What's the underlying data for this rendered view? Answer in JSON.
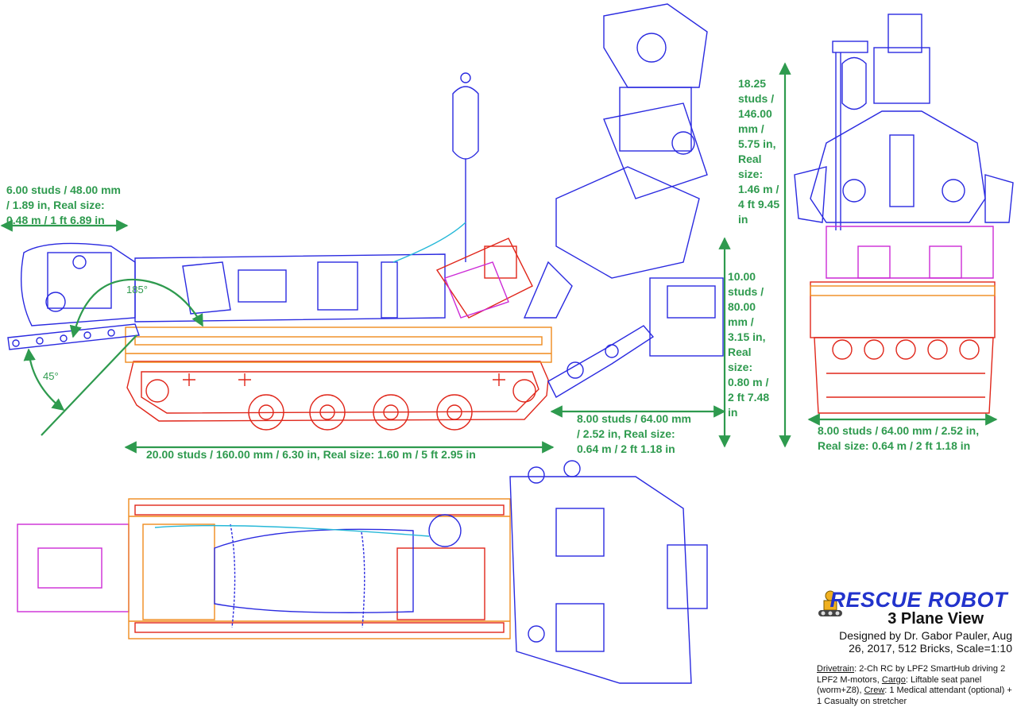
{
  "colors": {
    "dimension": "#2e9a4e",
    "brand": "#2233cc",
    "outline_blue": "#2a2ae0",
    "outline_red": "#e0261a",
    "outline_orange": "#f08a1c",
    "outline_magenta": "#cc2ad6",
    "outline_cyan": "#26b8d8"
  },
  "dimensions": {
    "arm_width": [
      "6.00 studs / 48.00 mm",
      "/ 1.89 in, Real size:",
      "0.48 m / 1 ft 6.89 in"
    ],
    "total_height": [
      "18.25",
      "studs /",
      "146.00",
      "mm /",
      "5.75 in,",
      "Real",
      "size:",
      "1.46 m /",
      "4 ft 9.45",
      "in"
    ],
    "body_height": [
      "10.00",
      "studs /",
      "80.00",
      "mm /",
      "3.15 in,",
      "Real",
      "size:",
      "0.80 m /",
      "2 ft 7.48",
      "in"
    ],
    "side_width": [
      "8.00 studs / 64.00 mm",
      "/ 2.52 in, Real size:",
      "0.64 m / 2 ft 1.18 in"
    ],
    "length": "20.00 studs / 160.00 mm / 6.30 in, Real size: 1.60 m / 5 ft 2.95 in",
    "front_width": [
      "8.00 studs / 64.00 mm / 2.52 in,",
      "Real size: 0.64 m / 2 ft 1.18 in"
    ]
  },
  "angles": {
    "upper": "185°",
    "lower": "45°"
  },
  "title_block": {
    "brand": "RESCUE ROBOT",
    "subtitle": "3 Plane View",
    "designer": "Designed by Dr. Gabor Pauler, Aug 26, 2017, 512 Bricks, Scale=1:10",
    "drivetrain_label": "Drivetrain",
    "drivetrain_text": ": 2-Ch RC by LPF2 SmartHub driving 2 LPF2 M-motors, ",
    "cargo_label": "Cargo",
    "cargo_text": ": Liftable seat panel (worm+Z8), ",
    "crew_label": "Crew",
    "crew_text": ": 1 Medical attendant (optional) + 1 Casualty on stretcher"
  }
}
